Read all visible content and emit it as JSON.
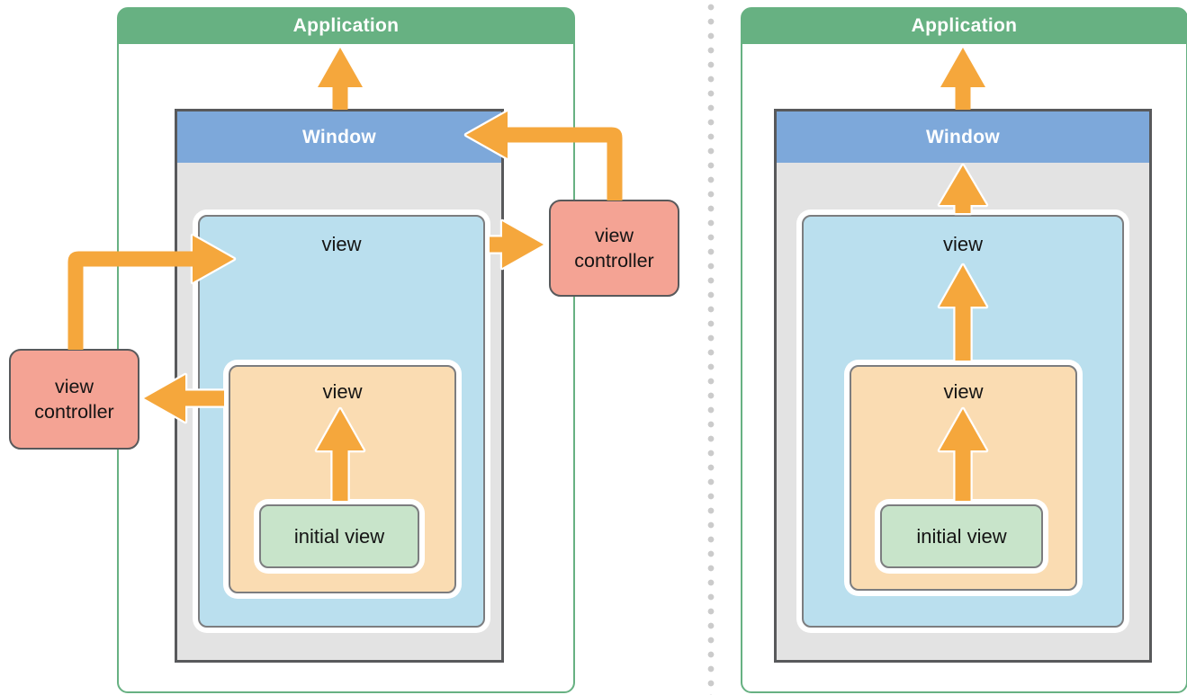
{
  "panels": {
    "left": {
      "application_label": "Application",
      "window_label": "Window",
      "root_view_label": "view",
      "child_view_label": "view",
      "initial_view_label": "initial view",
      "view_controller_left_label": "view controller",
      "view_controller_right_label": "view controller"
    },
    "right": {
      "application_label": "Application",
      "window_label": "Window",
      "root_view_label": "view",
      "child_view_label": "view",
      "initial_view_label": "initial view"
    }
  },
  "arrows": {
    "left": [
      {
        "from": "window",
        "to": "application"
      },
      {
        "from": "view controller (right)",
        "to": "window"
      },
      {
        "from": "view controller (left)",
        "to": "root view"
      },
      {
        "from": "child view",
        "to": "view controller (left)"
      },
      {
        "from": "root view",
        "to": "view controller (right)"
      },
      {
        "from": "initial view",
        "to": "child view"
      }
    ],
    "right": [
      {
        "from": "window",
        "to": "application"
      },
      {
        "from": "root view",
        "to": "window"
      },
      {
        "from": "child view",
        "to": "root view"
      },
      {
        "from": "initial view",
        "to": "child view"
      }
    ]
  },
  "colors": {
    "application_green": "#67b182",
    "window_header_blue": "#7da8da",
    "window_body_gray": "#e3e3e3",
    "window_border_gray": "#58595b",
    "root_view_blue": "#badfee",
    "child_view_orange": "#fadcb2",
    "initial_view_green": "#c8e4ca",
    "view_controller_salmon": "#f4a394",
    "arrow_orange": "#f5a73c",
    "divider_dot_gray": "#cbcbcb"
  }
}
